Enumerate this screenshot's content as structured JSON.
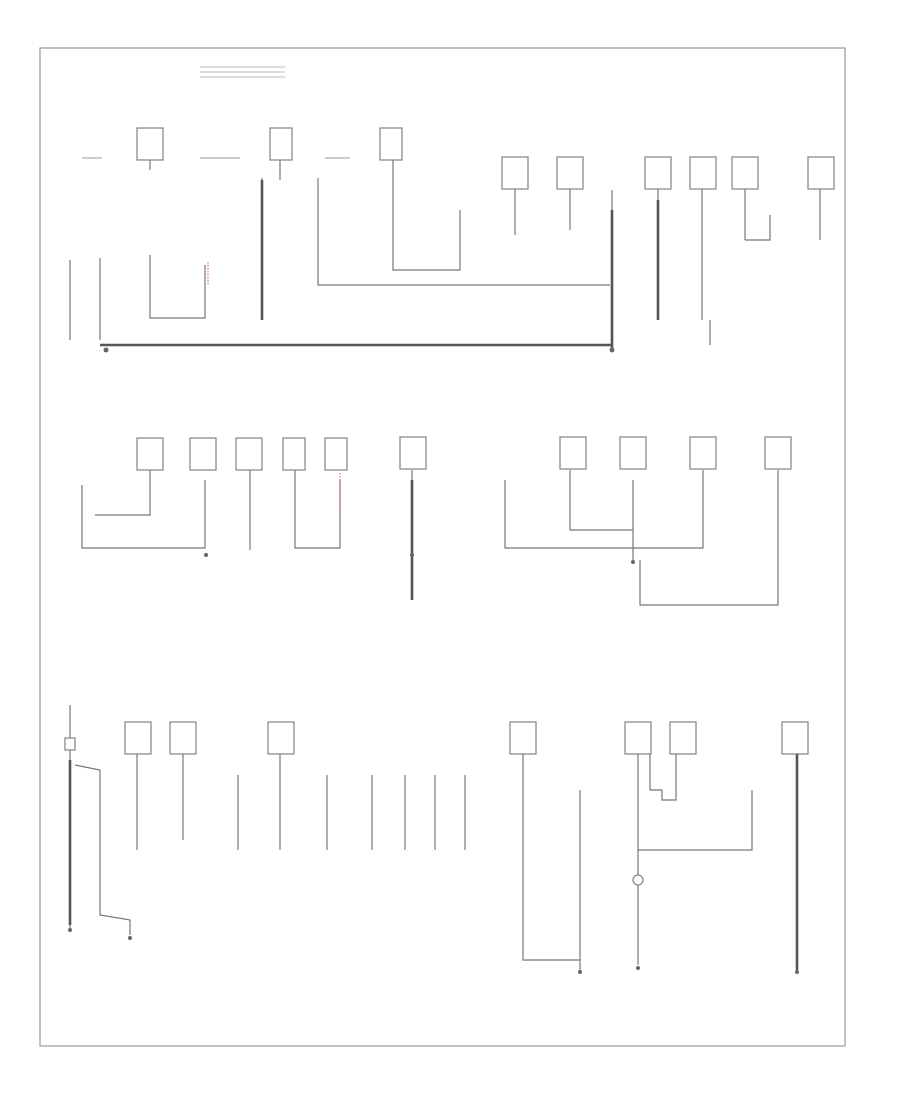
{
  "diagram": {
    "title": "",
    "page_id": "",
    "background": "#ffffff",
    "frame_color": "#9a9a9a",
    "wire_color": "#777777",
    "ground_bus_color": "#555555",
    "highlight_color": "#e04a4a",
    "sections": [
      "top-row-components",
      "middle-row-components",
      "bottom-row-components"
    ]
  }
}
